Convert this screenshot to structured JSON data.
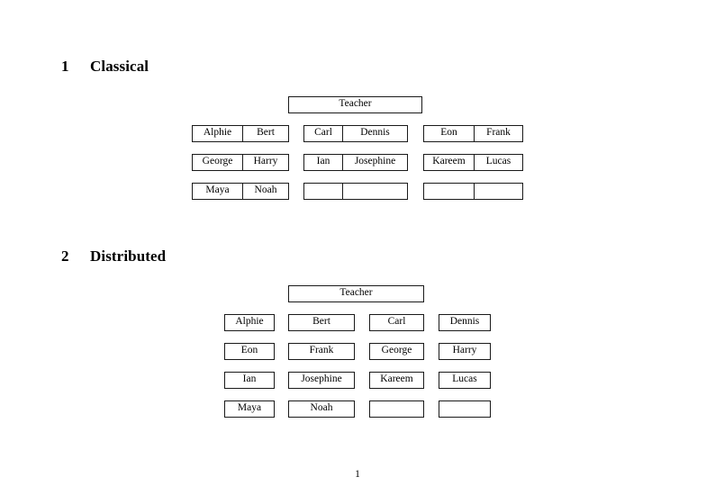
{
  "document": {
    "page_number": "1",
    "sections": [
      {
        "number": "1",
        "title": "Classical",
        "teacher": {
          "label": "Teacher"
        },
        "rows": [
          [
            {
              "cells": [
                "Alphie",
                "Bert"
              ]
            },
            {
              "cells": [
                "Carl",
                "Dennis"
              ]
            },
            {
              "cells": [
                "Eon",
                "Frank"
              ]
            }
          ],
          [
            {
              "cells": [
                "George",
                "Harry"
              ]
            },
            {
              "cells": [
                "Ian",
                "Josephine"
              ]
            },
            {
              "cells": [
                "Kareem",
                "Lucas"
              ]
            }
          ],
          [
            {
              "cells": [
                "Maya",
                "Noah"
              ]
            },
            {
              "cells": [
                "",
                ""
              ]
            },
            {
              "cells": [
                "",
                ""
              ]
            }
          ]
        ]
      },
      {
        "number": "2",
        "title": "Distributed",
        "teacher": {
          "label": "Teacher"
        },
        "rows": [
          [
            {
              "cells": [
                "Alphie"
              ]
            },
            {
              "cells": [
                "Bert"
              ]
            },
            {
              "cells": [
                "Carl"
              ]
            },
            {
              "cells": [
                "Dennis"
              ]
            }
          ],
          [
            {
              "cells": [
                "Eon"
              ]
            },
            {
              "cells": [
                "Frank"
              ]
            },
            {
              "cells": [
                "George"
              ]
            },
            {
              "cells": [
                "Harry"
              ]
            }
          ],
          [
            {
              "cells": [
                "Ian"
              ]
            },
            {
              "cells": [
                "Josephine"
              ]
            },
            {
              "cells": [
                "Kareem"
              ]
            },
            {
              "cells": [
                "Lucas"
              ]
            }
          ],
          [
            {
              "cells": [
                "Maya"
              ]
            },
            {
              "cells": [
                "Noah"
              ]
            },
            {
              "cells": [
                ""
              ]
            },
            {
              "cells": [
                ""
              ]
            }
          ]
        ]
      }
    ]
  }
}
